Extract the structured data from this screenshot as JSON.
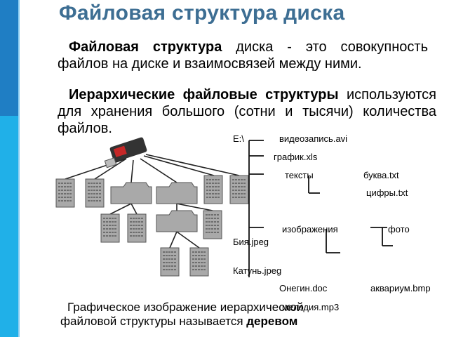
{
  "title": "Файловая структура диска",
  "paragraph1": {
    "bold": "Файловая структура",
    "rest": " диска - это совокупность файлов на диске и взаимосвязей между ними."
  },
  "paragraph2": {
    "bold": "Иерархические файловые структуры",
    "rest": " используются для хранения большого (сотни и тысячи) количества файлов."
  },
  "caption": {
    "text": "Графическое изображение иерархической файловой структуры называется ",
    "bold": "деревом"
  },
  "listing": {
    "root": "E:\\",
    "video": "видеозапись.avi",
    "chart": "график.xls",
    "texts": "тексты",
    "letter": "буква.txt",
    "digits": "цифры.txt",
    "images": "изображения",
    "photo": "фото",
    "biya": "Бия.jpeg",
    "katun": "Катунь.jpeg",
    "onegin": "Онегин.doc",
    "aquarium": "аквариум.bmp",
    "melody": "мелодия.mp3"
  },
  "colors": {
    "sidebar_dark": "#1f7ec4",
    "sidebar_light": "#20b0e8",
    "title": "#3d6e93",
    "icon_fill": "#a9a9a9"
  }
}
